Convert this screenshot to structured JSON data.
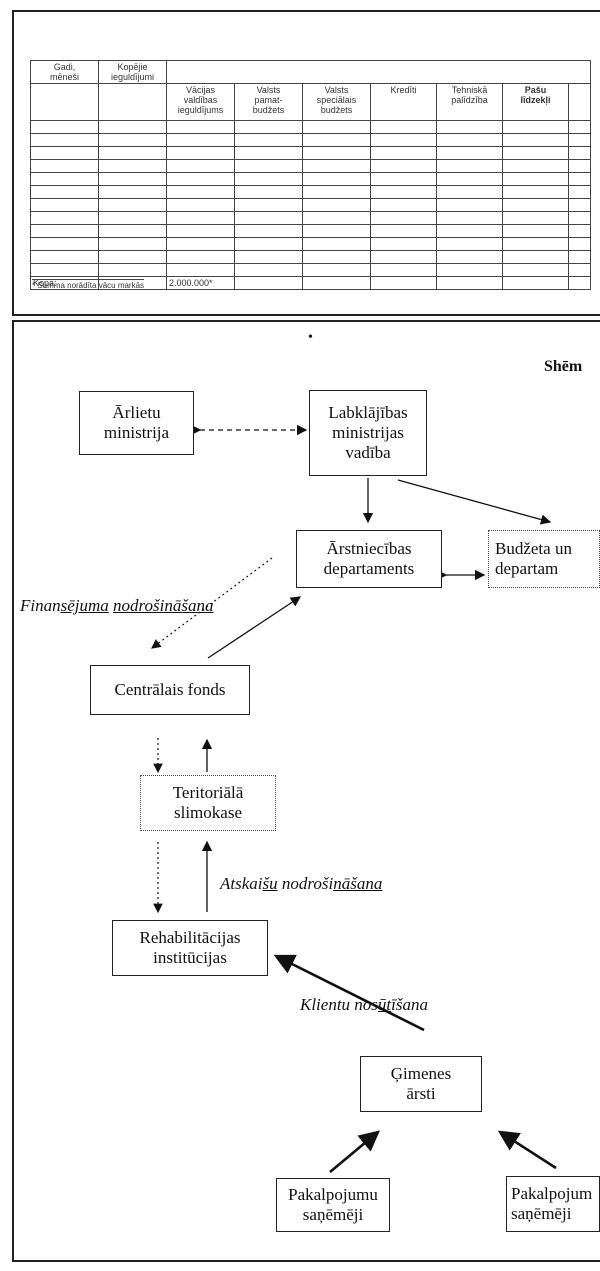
{
  "table": {
    "header_top": [
      "Gadi,\nmēneši",
      "Kopējie\nieguldījumi"
    ],
    "header_sub": [
      "Vācijas\nvaldības\nieguldījums",
      "Valsts\npamat-\nbudžets",
      "Valsts\nspeciālais\nbudžets",
      "Kredīti",
      "Tehniskā\npalīdzība",
      "Pašu\nlīdzekļi"
    ],
    "total_label": "Kopā:",
    "total_value": "2.000.000*",
    "footnote": "* Summa norādīta vācu markās"
  },
  "diagram": {
    "scheme_label": "Shēm",
    "boxes": {
      "arlietu": "Ārlietu\nministrija",
      "labklajibas": "Labklājības\nministrijas\nvadība",
      "arstniecibas": "Ārstniecības\ndepartaments",
      "budzeta": "Budžeta un\ndepartam",
      "centralais": "Centrālais fonds",
      "teritoriala": "Teritoriālā\nslimokase",
      "rehabilitacijas": "Rehabilitācijas\ninstitūcijas",
      "gimenes": "Ģimenes\nārsti",
      "pakalpojumu_left": "Pakalpojumu\nsaņēmēji",
      "pakalpojumu_right": "Pakalpojum\nsaņēmēji"
    },
    "labels": {
      "finansejuma": [
        "Finan",
        "sējuma",
        " ",
        "nodrošinā",
        "šana"
      ],
      "atskaisu": [
        "Atskai",
        "šu",
        " nodroši",
        "nāšana"
      ],
      "klientu": [
        "Klientu nos",
        "ūt",
        "īšana"
      ]
    }
  }
}
